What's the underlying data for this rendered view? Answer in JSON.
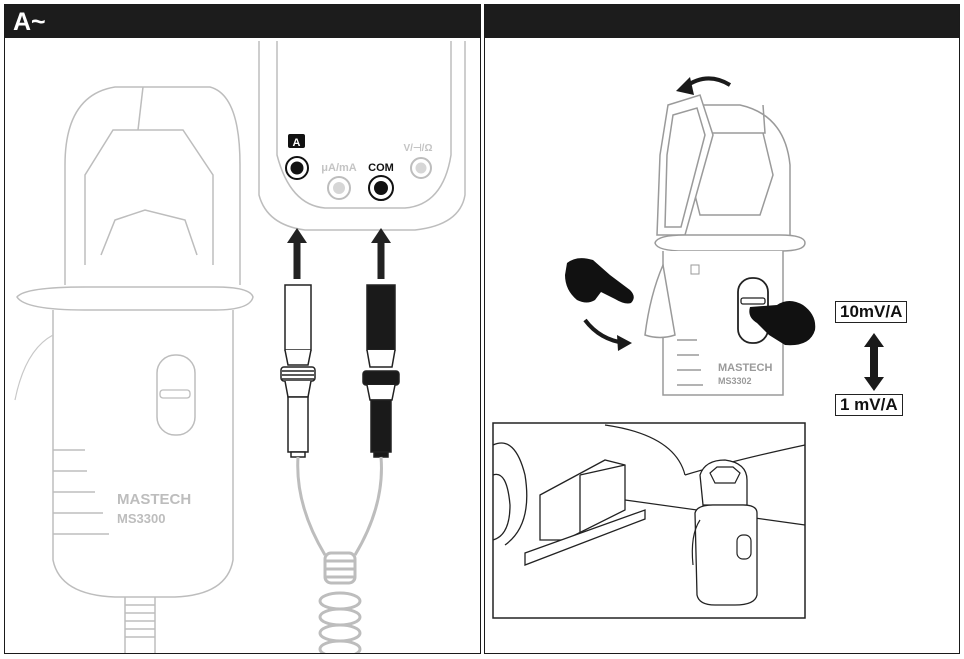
{
  "left_panel": {
    "header_title": "A~",
    "clamp_brand": "MASTECH",
    "clamp_model": "MS3300",
    "meter_jacks": {
      "a_label": "A",
      "ua_ma_label": "μA/mA",
      "com_label": "COM",
      "v_label": "V/⊣/Ω"
    }
  },
  "right_panel": {
    "header_title": "",
    "clamp_brand": "MASTECH",
    "clamp_model": "MS3302",
    "range_high": "10mV/A",
    "range_low": "1 mV/A"
  }
}
